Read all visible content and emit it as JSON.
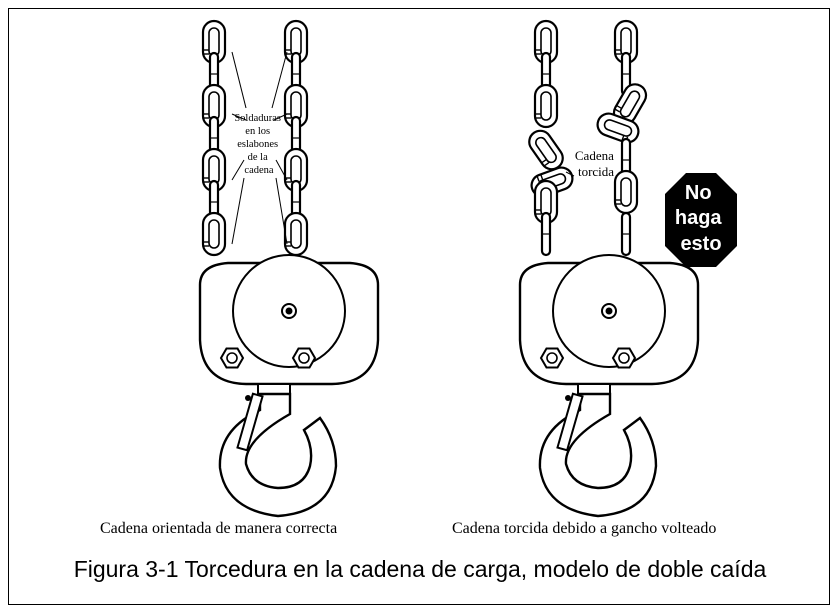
{
  "left_panel": {
    "weld_label_lines": [
      "Soldaduras",
      "en los",
      "eslabones",
      "de la",
      "cadena"
    ],
    "caption": "Cadena orientada de manera correcta"
  },
  "right_panel": {
    "twist_label_lines": [
      "Cadena",
      "torcida"
    ],
    "warning_sign_lines": [
      "No",
      "haga",
      "esto"
    ],
    "caption": "Cadena torcida debido a gancho volteado"
  },
  "figure_title": "Figura 3-1 Torcedura en la cadena de carga, modelo de doble caída"
}
